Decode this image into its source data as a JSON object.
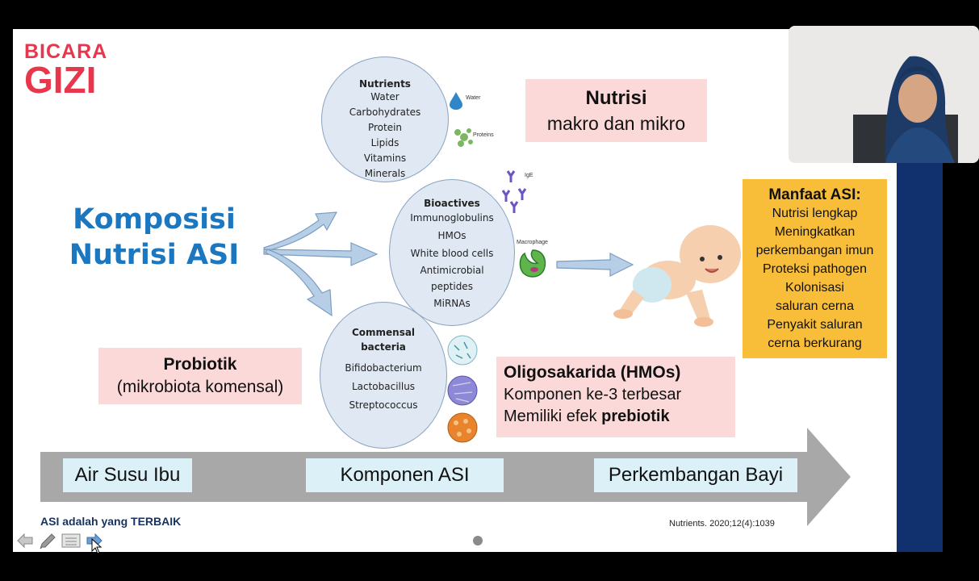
{
  "logo": {
    "line1": "BICARA",
    "line2": "GIZI"
  },
  "title": {
    "line1": "Komposisi",
    "line2": "Nutrisi ASI"
  },
  "nutrients": {
    "head": "Nutrients",
    "items": [
      "Water",
      "Carbohydrates",
      "Protein",
      "Lipids",
      "Vitamins",
      "Minerals"
    ]
  },
  "bioactives": {
    "head": "Bioactives",
    "items": [
      "Immunoglobulins",
      "HMOs",
      "White blood cells",
      "Antimicrobial",
      "peptides",
      "MiRNAs"
    ]
  },
  "commensal": {
    "head1": "Commensal",
    "head2": "bacteria",
    "items": [
      "Bifidobacterium",
      "Lactobacillus",
      "Streptococcus"
    ]
  },
  "icon_labels": {
    "water": "Water",
    "proteins": "Proteins",
    "igg": "IgE",
    "macrophage": "Macrophage"
  },
  "nutrisi_box": {
    "title": "Nutrisi",
    "subtitle": "makro dan mikro"
  },
  "probiotik_box": {
    "title": "Probiotik",
    "subtitle": "(mikrobiota komensal)"
  },
  "oligo_box": {
    "title": "Oligosakarida (HMOs)",
    "line1": "Komponen ke-3 terbesar",
    "line2_prefix": "Memiliki efek ",
    "line2_bold": "prebiotik"
  },
  "manfaat": {
    "title": "Manfaat ASI:",
    "lines": [
      "Nutrisi lengkap",
      "Meningkatkan",
      "perkembangan imun",
      "Proteksi pathogen",
      "Kolonisasi",
      "saluran cerna",
      "Penyakit saluran",
      "cerna berkurang"
    ]
  },
  "bar_labels": [
    "Air Susu Ibu",
    "Komponen ASI",
    "Perkembangan Bayi"
  ],
  "footer": {
    "left": "ASI adalah yang TERBAIK",
    "right": "Nutrients. 2020;12(4):1039"
  },
  "colors": {
    "accent": "#1b78c0",
    "logo": "#e8374c",
    "pink": "#fcd9d9",
    "orange": "#f8be3a",
    "navy": "#10306e"
  }
}
